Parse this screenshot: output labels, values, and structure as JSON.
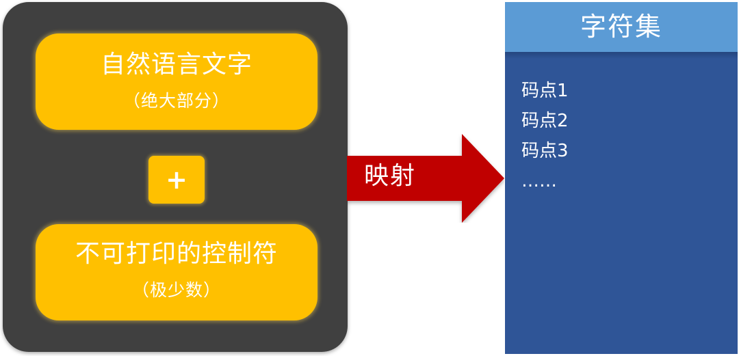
{
  "left_panel": {
    "top_box": {
      "title": "自然语言文字",
      "subtitle": "（绝大部分）"
    },
    "plus": "+",
    "bottom_box": {
      "title": "不可打印的控制符",
      "subtitle": "（极少数）"
    }
  },
  "arrow": {
    "label": "映射",
    "color": "#c00000"
  },
  "right_panel": {
    "title": "字符集",
    "items": [
      "码点1",
      "码点2",
      "码点3",
      "……"
    ]
  },
  "colors": {
    "panel_dark": "#404040",
    "box_yellow": "#ffc000",
    "right_body": "#2f5597",
    "right_header": "#5b9bd5"
  }
}
